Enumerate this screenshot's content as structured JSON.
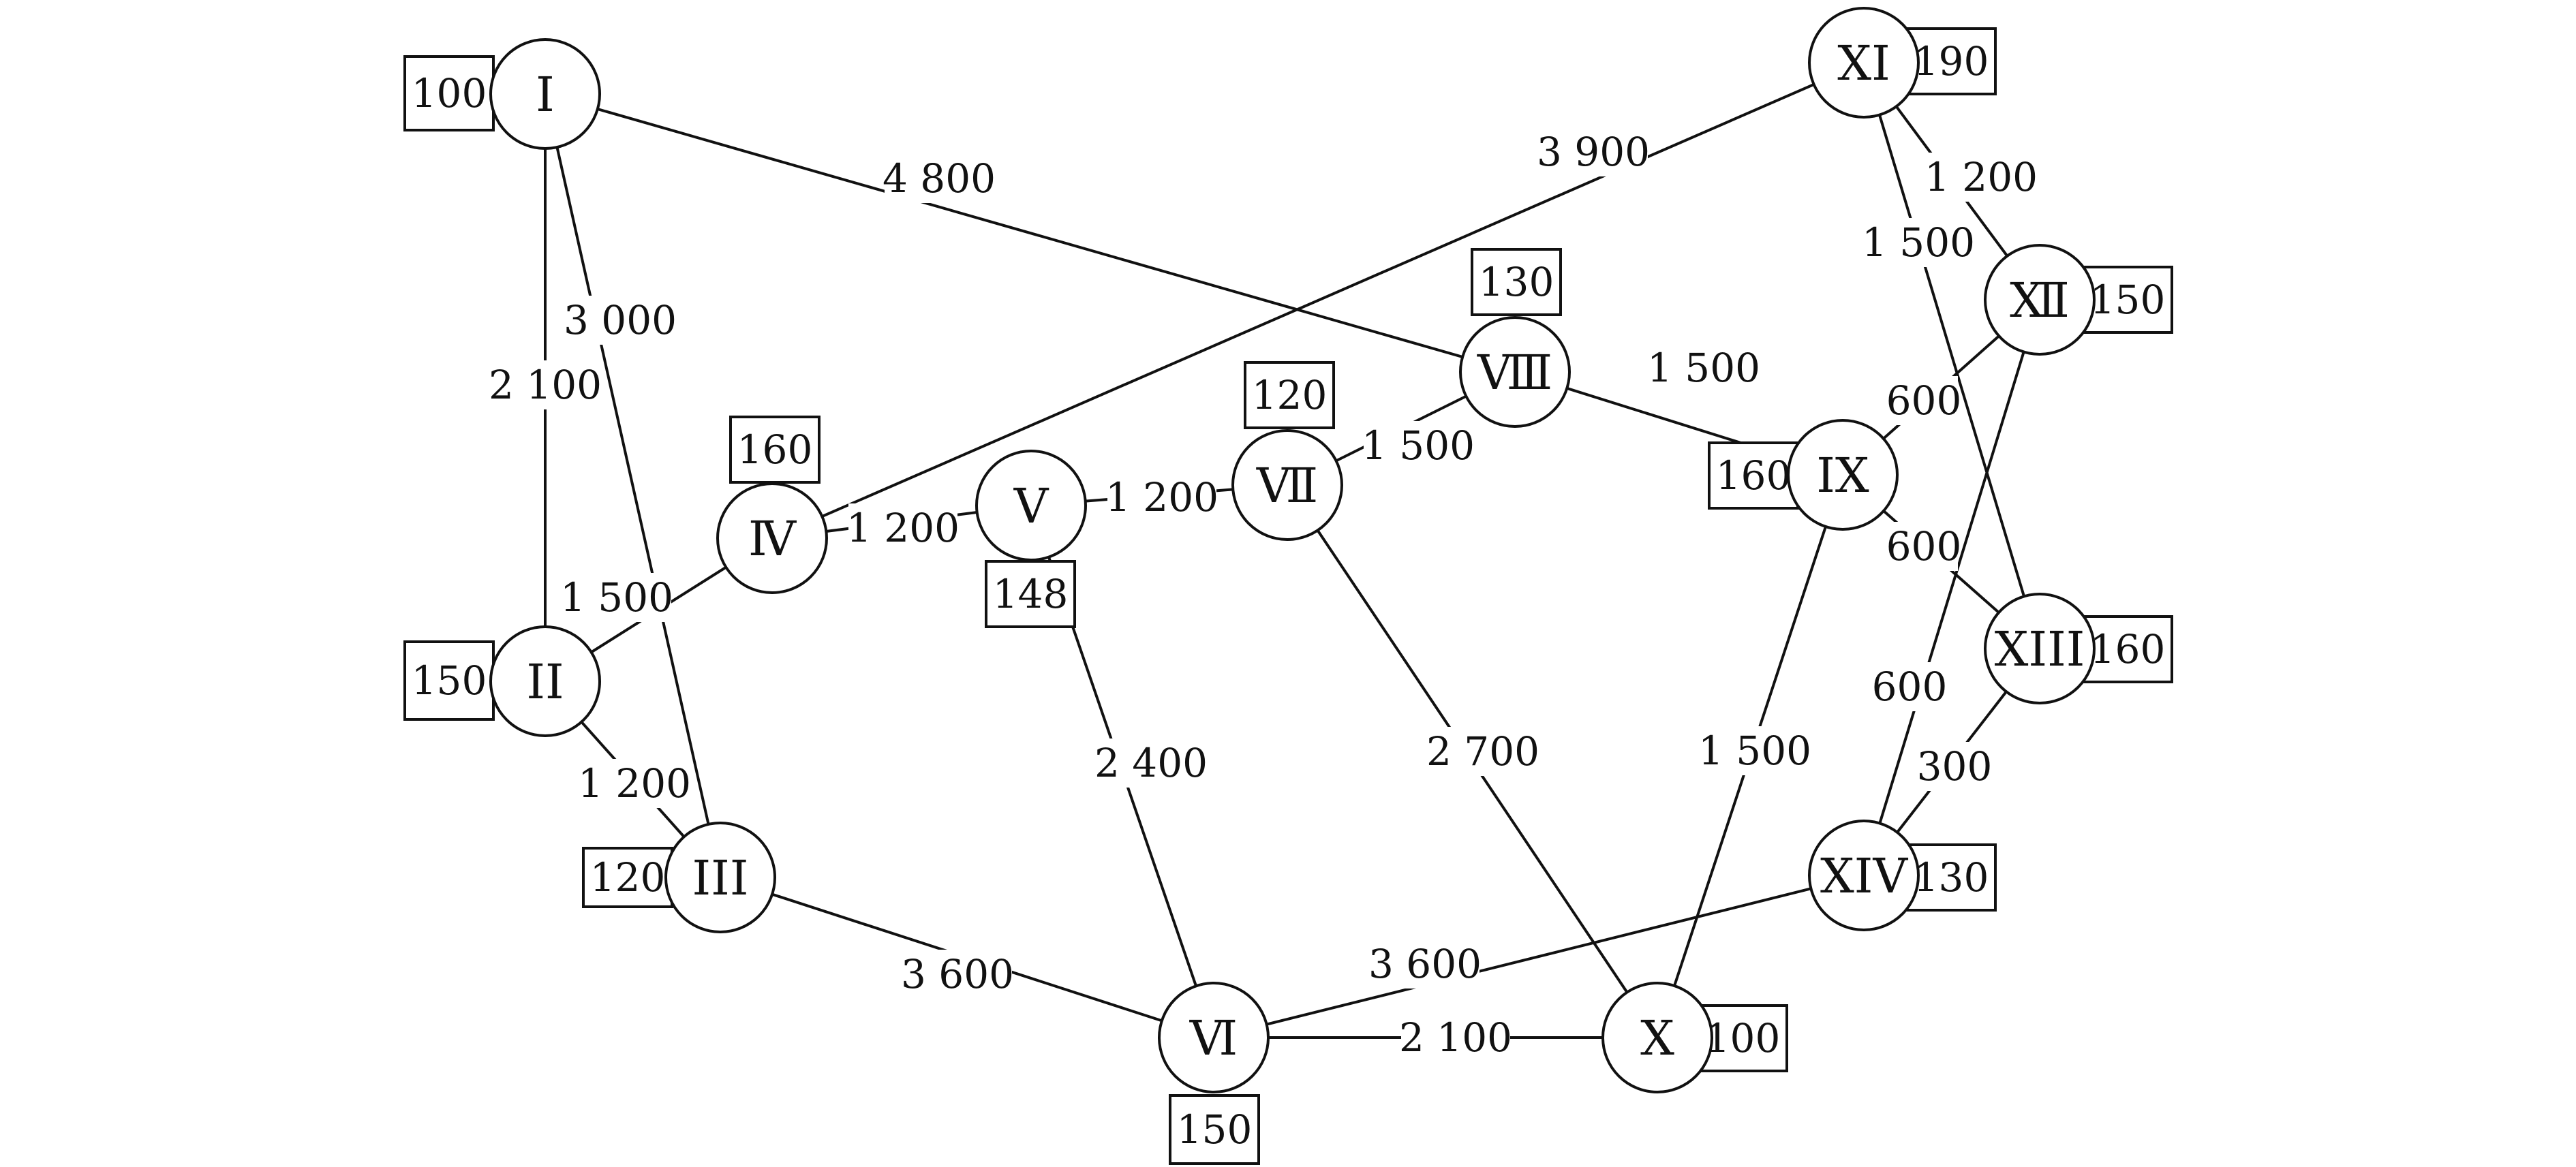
{
  "nodes": [
    {
      "id": "I",
      "label": "I",
      "weight": "100"
    },
    {
      "id": "II",
      "label": "II",
      "weight": "150"
    },
    {
      "id": "III",
      "label": "III",
      "weight": "120"
    },
    {
      "id": "IV",
      "label": "Ⅳ",
      "weight": "160"
    },
    {
      "id": "V",
      "label": "V",
      "weight": "148"
    },
    {
      "id": "VI",
      "label": "Ⅵ",
      "weight": "150"
    },
    {
      "id": "VII",
      "label": "Ⅶ",
      "weight": "120"
    },
    {
      "id": "VIII",
      "label": "Ⅷ",
      "weight": "130"
    },
    {
      "id": "IX",
      "label": "IX",
      "weight": "160"
    },
    {
      "id": "X",
      "label": "X",
      "weight": "100"
    },
    {
      "id": "XI",
      "label": "XI",
      "weight": "190"
    },
    {
      "id": "XII",
      "label": "Ⅻ",
      "weight": "150"
    },
    {
      "id": "XIII",
      "label": "XIII",
      "weight": "160"
    },
    {
      "id": "XIV",
      "label": "XIV",
      "weight": "130"
    }
  ],
  "edges": [
    {
      "from": "I",
      "to": "II",
      "label": "2 100"
    },
    {
      "from": "I",
      "to": "III",
      "label": "3 000"
    },
    {
      "from": "I",
      "to": "VIII",
      "label": "4 800"
    },
    {
      "from": "II",
      "to": "IV",
      "label": "1 500"
    },
    {
      "from": "II",
      "to": "III",
      "label": "1 200"
    },
    {
      "from": "III",
      "to": "VI",
      "label": "3 600"
    },
    {
      "from": "IV",
      "to": "XI",
      "label": "3 900"
    },
    {
      "from": "IV",
      "to": "V",
      "label": "1 200"
    },
    {
      "from": "V",
      "to": "VII",
      "label": "1 200"
    },
    {
      "from": "V",
      "to": "VI",
      "label": "2 400"
    },
    {
      "from": "VII",
      "to": "VIII",
      "label": "1 500"
    },
    {
      "from": "VII",
      "to": "X",
      "label": "2 700"
    },
    {
      "from": "VIII",
      "to": "IX",
      "label": "1 500"
    },
    {
      "from": "IX",
      "to": "XII",
      "label": "600"
    },
    {
      "from": "IX",
      "to": "XIII",
      "label": "600"
    },
    {
      "from": "IX",
      "to": "X",
      "label": "1 500"
    },
    {
      "from": "VI",
      "to": "X",
      "label": "2 100"
    },
    {
      "from": "VI",
      "to": "XIV",
      "label": "3 600"
    },
    {
      "from": "XI",
      "to": "XII",
      "label": "1 200"
    },
    {
      "from": "XI",
      "to": "XIII",
      "label": "1 500"
    },
    {
      "from": "XII",
      "to": "XIV",
      "label": "600"
    },
    {
      "from": "XIII",
      "to": "XIV",
      "label": "300"
    }
  ]
}
